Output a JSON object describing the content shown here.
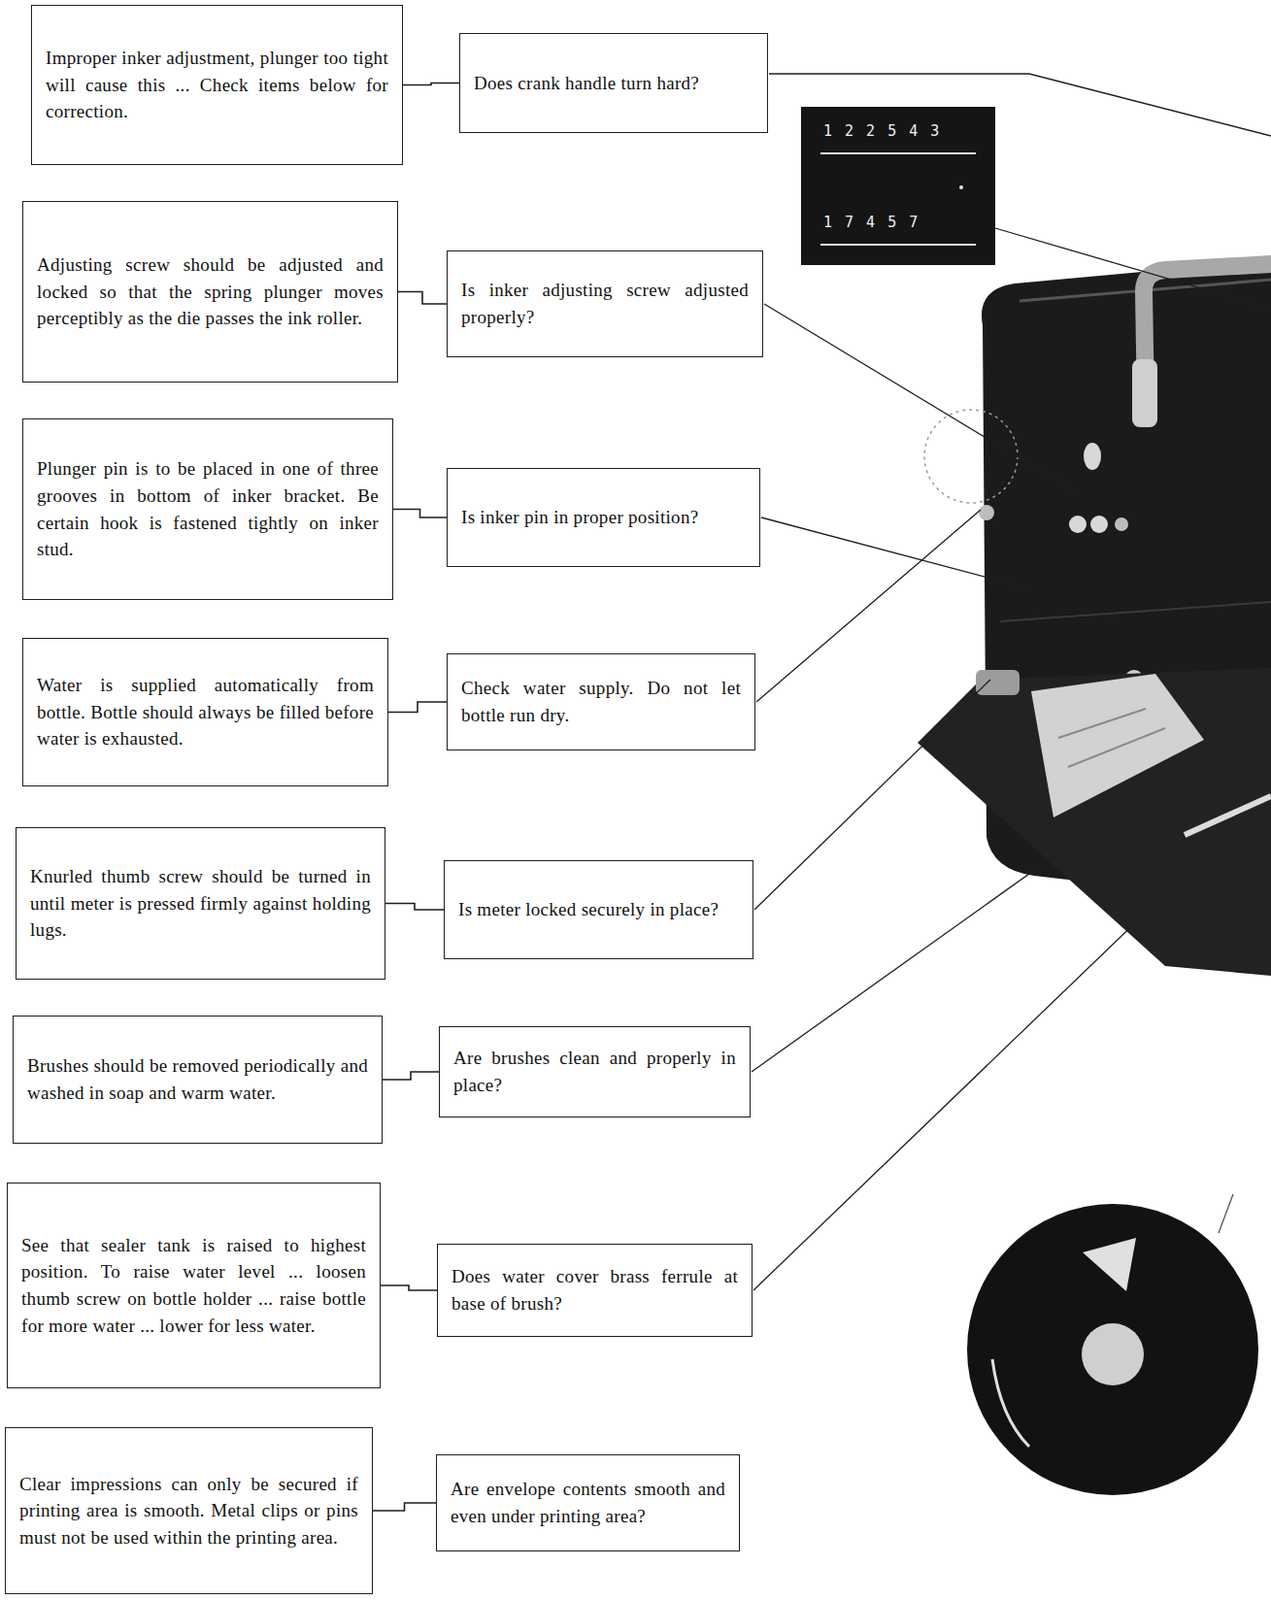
{
  "diagram": {
    "nodes": [
      {
        "text": [
          "Improper inker adjustment, plunger too tight will cause this ... Check items below for correction."
        ]
      },
      {
        "text": [
          "Does crank handle turn hard?"
        ]
      },
      {
        "text": [
          "Adjusting screw should be adjusted and locked so that the spring plunger moves perceptibly as the die passes the ink roller."
        ]
      },
      {
        "text": [
          "Is inker adjusting screw adjusted properly?"
        ]
      },
      {
        "text": [
          "Plunger pin is to be placed in one of three grooves in bottom of inker bracket. Be certain hook is fastened tightly on inker stud."
        ]
      },
      {
        "text": [
          "Is inker pin in proper position?"
        ]
      },
      {
        "text": [
          "Water is supplied automatically from bottle. Bottle should always be filled before water is exhausted."
        ]
      },
      {
        "text": [
          "Check water supply. Do not let bottle run dry."
        ]
      },
      {
        "text": [
          "Knurled thumb screw should be turned in until meter is pressed firmly against holding lugs."
        ]
      },
      {
        "text": [
          "Is meter locked securely in place?"
        ]
      },
      {
        "text": [
          "Brushes should be removed periodically and washed in soap and warm water."
        ]
      },
      {
        "text": [
          "Are brushes clean and properly in place?"
        ]
      },
      {
        "text": [
          "See that sealer tank is raised to highest position. To raise water level ... loosen thumb screw on bottle holder ... raise bottle for more water ... lower for less water."
        ]
      },
      {
        "text": [
          "Does water cover brass ferrule at base of brush?"
        ]
      },
      {
        "text": [
          "Clear impressions can only be secured if printing area is smooth. Metal clips or pins must not be used within the printing area."
        ]
      },
      {
        "text": [
          "Are envelope contents smooth and even under printing area?"
        ]
      }
    ],
    "edges": [
      {
        "from": 1,
        "to": 0,
        "arrow": "none"
      },
      {
        "from": 3,
        "to": 2,
        "arrow": "none"
      },
      {
        "from": 5,
        "to": 4,
        "arrow": "none"
      },
      {
        "from": 7,
        "to": 6,
        "arrow": "none"
      },
      {
        "from": 9,
        "to": 8,
        "arrow": "none"
      },
      {
        "from": 11,
        "to": 10,
        "arrow": "none"
      },
      {
        "from": 13,
        "to": 12,
        "arrow": "none"
      },
      {
        "from": 15,
        "to": 14,
        "arrow": "none"
      }
    ],
    "labels": [
      "1 2 2 5 4 3",
      "1 7 4 5 7"
    ]
  }
}
